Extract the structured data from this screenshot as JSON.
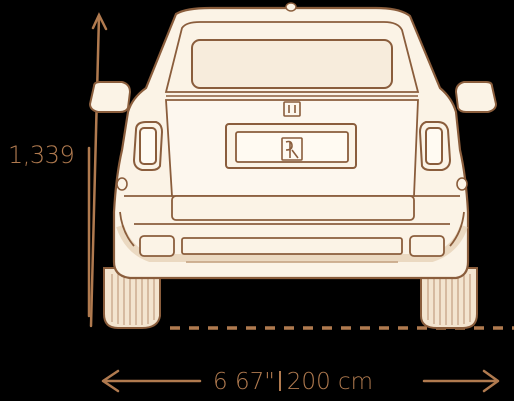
{
  "diagram": {
    "height_value": "1,339",
    "width_inches": "6 67\"",
    "width_cm": "200 cm"
  },
  "colors": {
    "background": "#000000",
    "car_fill": "#fbf3e6",
    "line": "#8a5d3c",
    "accent": "#b07a4f",
    "shadow": "#e9d5bb"
  },
  "icons": [
    "vertical-double-arrow-icon",
    "horizontal-double-arrow-icon",
    "brand-badge-icon"
  ]
}
